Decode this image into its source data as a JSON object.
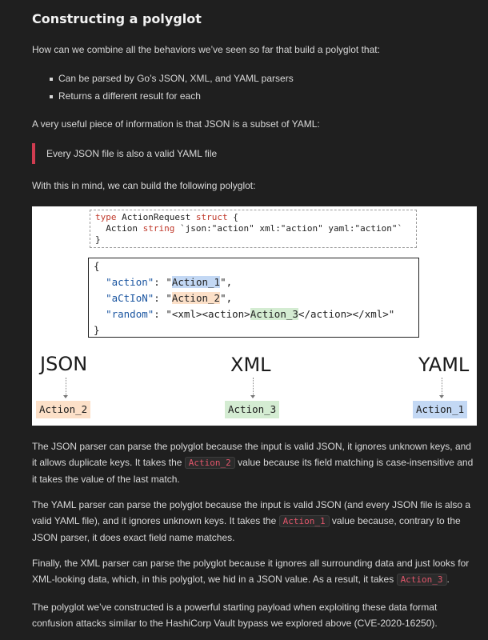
{
  "title": "Constructing a polyglot",
  "intro": "How can we combine all the behaviors we’ve seen so far that build a polyglot that:",
  "bullets": [
    "Can be parsed by Go’s JSON, XML, and YAML parsers",
    "Returns a different result for each"
  ],
  "subset_text": "A very useful piece of information is that JSON is a subset of YAML:",
  "quote": "Every JSON file is also a valid YAML file",
  "build_text": "With this in mind, we can build the following polyglot:",
  "diagram": {
    "struct_line1_kw": "type",
    "struct_line1_name": " ActionRequest ",
    "struct_line1_kw2": "struct",
    "struct_line1_end": " {",
    "struct_line2_field": "  Action ",
    "struct_line2_type": "string",
    "struct_line2_tag": " `json:\"action\" xml:\"action\" yaml:\"action\"`",
    "struct_line3": "}",
    "json_open": "{",
    "json_key1": "\"action\"",
    "json_val1": "Action_1",
    "json_key2": "\"aCtIoN\"",
    "json_val2": "Action_2",
    "json_key3": "\"random\"",
    "json_val3_pre": "\"<xml><action>",
    "json_val3": "Action_3",
    "json_val3_post": "</action></xml>\"",
    "json_close": "}",
    "labels": {
      "json": "JSON",
      "xml": "XML",
      "yaml": "YAML"
    },
    "results": {
      "json": "Action_2",
      "xml": "Action_3",
      "yaml": "Action_1"
    }
  },
  "para_json": {
    "pre": "The JSON parser can parse the polyglot because the input is valid JSON, it ignores unknown keys, and it allows duplicate keys. It takes the ",
    "code": "Action_2",
    "post": " value because its field matching is case-insensitive and it takes the value of the last match."
  },
  "para_yaml": {
    "pre": "The YAML parser can parse the polyglot because the input is valid JSON (and every JSON file is also a valid YAML file), and it ignores unknown keys. It takes the ",
    "code": "Action_1",
    "post": " value because, contrary to the JSON parser, it does exact field name matches."
  },
  "para_xml": {
    "pre": "Finally, the XML parser can parse the polyglot because it ignores all surrounding data and just looks for XML-looking data, which, in this polyglot, we hid in a JSON value. As a result, it takes ",
    "code": "Action_3",
    "post": "."
  },
  "para_final": "The polyglot we’ve constructed is a powerful starting payload when exploiting these data format confusion attacks similar to the HashiCorp Vault bypass we explored above (CVE-2020-16250)."
}
